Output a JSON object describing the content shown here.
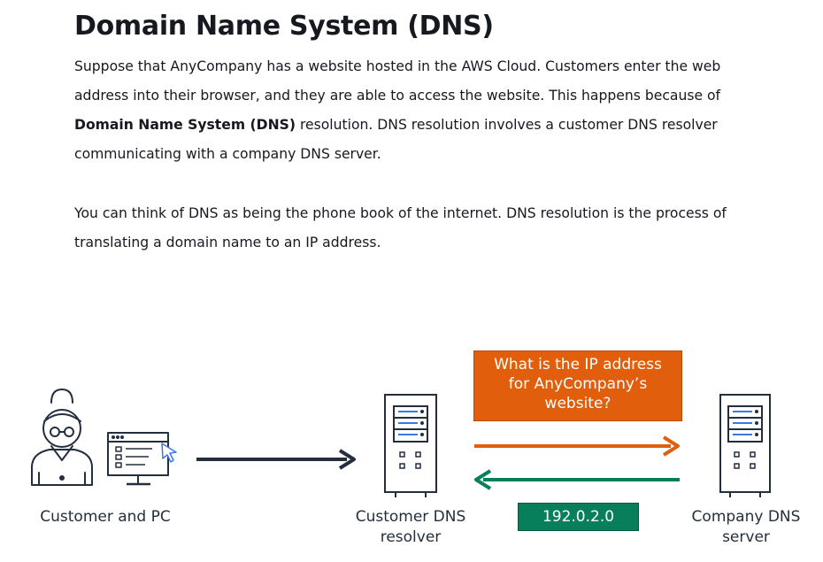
{
  "heading": "Domain Name System (DNS)",
  "paragraph1": {
    "before": "Suppose that AnyCompany has a website hosted in the AWS Cloud. Customers enter the web address into their browser, and they are able to access the website. This happens because of ",
    "bold": "Domain Name System (DNS)",
    "after": " resolution. DNS resolution involves a customer DNS resolver communicating with a company DNS server."
  },
  "paragraph2": "You can think of DNS as being the phone book of the internet. DNS resolution is the process of translating a domain name to an IP address.",
  "diagram": {
    "customer_label": "Customer and PC",
    "resolver_label_line1": "Customer DNS",
    "resolver_label_line2": "resolver",
    "server_label_line1": "Company DNS",
    "server_label_line2": "server",
    "question_line1": "What is the IP address",
    "question_line2": "for AnyCompany’s",
    "question_line3": "website?",
    "ip_answer": "192.0.2.0",
    "colors": {
      "question_box": "#e05e0c",
      "ip_box": "#087f5b",
      "request_arrow": "#e05e0c",
      "response_arrow": "#087f5b",
      "customer_arrow": "#232f3e",
      "icon_stroke": "#232f3e",
      "icon_accent": "#3b78e7"
    },
    "icons": [
      "person-icon",
      "pc-monitor-icon",
      "mouse-cursor-icon",
      "resolver-server-icon",
      "company-server-icon"
    ]
  }
}
